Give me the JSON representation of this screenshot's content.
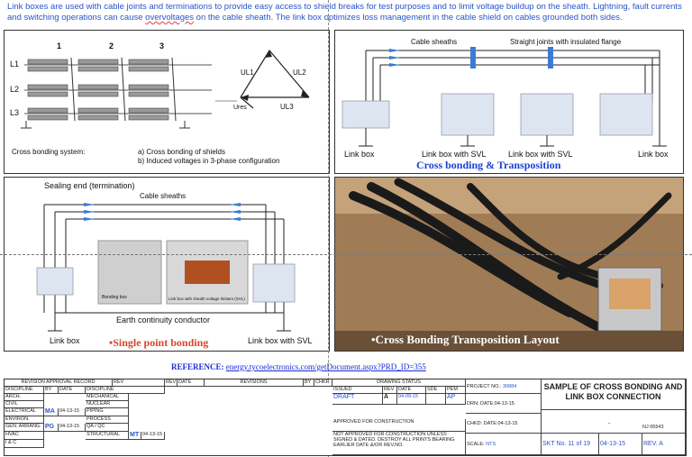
{
  "intro": {
    "text_before": "Link boxes are used with cable joints and terminations to provide easy access to shield breaks for test purposes and to limit voltage buildup on the sheath. Lightning, fault currents and switching operations can cause ",
    "underlined": "overvoltages",
    "text_after": " on the cable sheath. The link box optimizes loss management in the cable shield on cables grounded both sides."
  },
  "panel_tl": {
    "col_labels": [
      "1",
      "2",
      "3"
    ],
    "row_labels": [
      "L1",
      "L2",
      "L3"
    ],
    "vec_labels": [
      "UL1",
      "UL2",
      "UL3",
      "Ures"
    ],
    "caption_label": "Cross bonding system:",
    "caption_a": "a) Cross bonding of shields",
    "caption_b": "b) Induced voltages in 3-phase configuration"
  },
  "panel_tr": {
    "label_sheaths": "Cable sheaths",
    "label_joints": "Straight joints with insulated flange",
    "box1": "Link box",
    "box2": "Link box with SVL",
    "box3": "Link box with SVL",
    "box4": "Link box",
    "title": "Cross bonding  & Transposition"
  },
  "panel_bl": {
    "label_sealing": "Sealing end (termination)",
    "label_sheaths": "Cable sheaths",
    "photo1_caption": "Bonding box",
    "photo2_caption": "Link box with sheath voltage limiters (SVL)",
    "label_earth": "Earth continuity conductor",
    "box_left": "Link box",
    "box_right": "Link box with SVL",
    "title": "•Single point bonding"
  },
  "panel_br": {
    "title": "•Cross Bonding Transposition Layout"
  },
  "reference": {
    "label": "REFERENCE:",
    "url": "energy.tycoelectronics.com/getDocument.aspx?PRD_ID=355"
  },
  "title_block": {
    "revision_header": "REVISION APPROVAL RECORD",
    "rev_header": "REV",
    "rev_col": "REV",
    "date_col": "DATE",
    "revisions_col": "REVISIONS",
    "by_col": "BY",
    "chkr_col": "CHKR",
    "discipline_col": "DISCIPLINE",
    "by_col2": "BY",
    "date_col2": "DATE",
    "left_disciplines": [
      "ARCH.",
      "CIVIL",
      "ELECTRICAL",
      "ENVIRON.",
      "GEN. ARRANG.",
      "HVAC",
      "I & C"
    ],
    "right_disciplines": [
      "MECHANICAL",
      "NUCLEAR",
      "PIPING",
      "PROCESS",
      "QA / QC",
      "STRUCTURAL"
    ],
    "electrical_by": "MA",
    "electrical_date": "04-13-15",
    "genarrang_by": "PG",
    "genarrang_date": "04-13-15",
    "structural_by": "MT",
    "structural_date": "04-13-15",
    "drawing_status": "DRAWING STATUS",
    "issued_col": "ISSUED",
    "rev_col2": "REV",
    "date_col3": "DATE",
    "sde_col": "SDE",
    "pem_col": "PEM",
    "status_issue": "DRAFT",
    "status_rev": "A",
    "status_date": "04-09-15",
    "status_pem": "AP",
    "approved_for": "APPROVED FOR CONSTRUCTION",
    "not_approved": "NOT APPROVED FOR CONSTRUCTION UNLESS SIGNED & DATED. DESTROY ALL PRINTS BEARING EARLIER DATE &/OR REV.NO.",
    "project_label": "PROJECT NO.:",
    "project_no": "30884",
    "drn_label": "DRN:",
    "drn_date": "DATE:04-13-15",
    "chkd_label": "CHKD:",
    "chkd_date": "DATE:04-13-15",
    "scale_label": "SCALE:",
    "scale": "NTS",
    "sheet_title": "SAMPLE OF CROSS BONDING AND LINK BOX CONNECTION",
    "dash": "-",
    "nj_label": "NJ 05543",
    "skt": "SKT No. 11 of 19",
    "skt_date": "04-13-15",
    "rev_label": "REV. A"
  }
}
